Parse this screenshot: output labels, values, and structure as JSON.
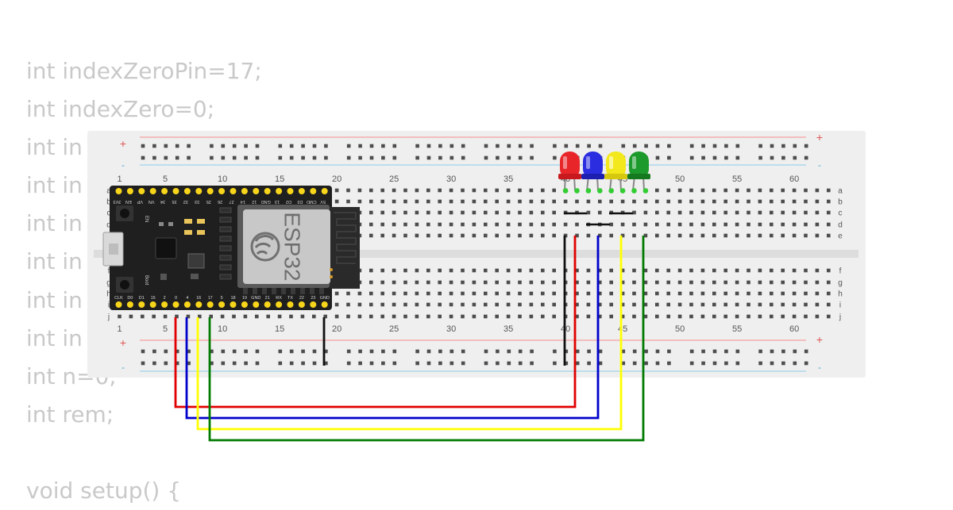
{
  "code": {
    "lines": [
      "int indexZeroPin=17;",
      "int indexZero=0;",
      "int in",
      "int in",
      "int in",
      "int in",
      "int in",
      "int in",
      "int n=0;",
      "int rem;",
      "",
      "void setup() {"
    ]
  },
  "breadboard": {
    "column_numbers": [
      "1",
      "5",
      "10",
      "15",
      "20",
      "25",
      "30",
      "35",
      "40",
      "45",
      "50",
      "55",
      "60"
    ],
    "row_letters_top": [
      "a",
      "b",
      "c",
      "d",
      "e"
    ],
    "row_letters_bottom": [
      "f",
      "g",
      "h",
      "i",
      "j"
    ],
    "rail_plus": "+",
    "rail_minus": "-"
  },
  "esp32": {
    "chip_label": "ESP32",
    "top_pins": [
      "3V3",
      "EN",
      "VP",
      "VN",
      "34",
      "35",
      "32",
      "33",
      "25",
      "26",
      "27",
      "14",
      "12",
      "GND",
      "13",
      "D2",
      "D3",
      "CMD",
      "5V"
    ],
    "bottom_pins": [
      "CLK",
      "D0",
      "D1",
      "15",
      "2",
      "0",
      "4",
      "16",
      "17",
      "5",
      "18",
      "19",
      "GND",
      "21",
      "RX",
      "TX",
      "22",
      "23",
      "GND"
    ],
    "button_labels": [
      "EN",
      "Boot"
    ]
  },
  "leds": [
    {
      "name": "red",
      "color": "#e8262a"
    },
    {
      "name": "blue",
      "color": "#2a2ee0"
    },
    {
      "name": "yellow",
      "color": "#f3e81c"
    },
    {
      "name": "green",
      "color": "#1d9a2c"
    }
  ],
  "wires": [
    {
      "name": "red",
      "color": "#e00000"
    },
    {
      "name": "blue",
      "color": "#0000cc"
    },
    {
      "name": "yellow",
      "color": "#ffff00"
    },
    {
      "name": "green",
      "color": "#007a00"
    },
    {
      "name": "ground",
      "color": "#111111"
    }
  ],
  "colors": {
    "board": "#efefef",
    "esp_body": "#1f1f1f",
    "pin_header": "#f7d51b",
    "rail_red": "#f4a1a1",
    "rail_blue": "#9fd3ea"
  }
}
